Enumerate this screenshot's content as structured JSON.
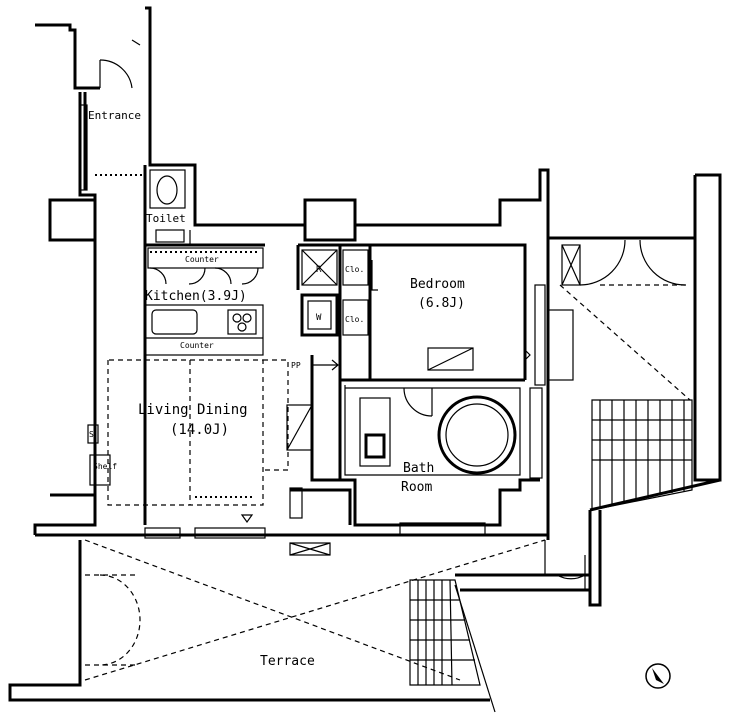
{
  "rooms": {
    "entrance": "Entrance",
    "toilet": "Toilet",
    "counter_upper": "Counter",
    "kitchen": "Kitchen(3.9J)",
    "counter_lower": "Counter",
    "living_dining_line1": "Living Dining",
    "living_dining_line2": "(14.0J)",
    "bedroom_line1": "Bedroom",
    "bedroom_line2": "(6.8J)",
    "bath_line1": "Bath",
    "bath_line2": "Room",
    "shelf": "Shelf",
    "terrace": "Terrace"
  },
  "fixtures": {
    "refrigerator": "R",
    "washer": "W",
    "closet_1": "Clo.",
    "closet_2": "Clo.",
    "pipe_space": "PP",
    "shoe_box": "S"
  },
  "icons": [
    "compass-icon",
    "door-swing-icon",
    "bathtub-icon",
    "stairs-icon"
  ]
}
